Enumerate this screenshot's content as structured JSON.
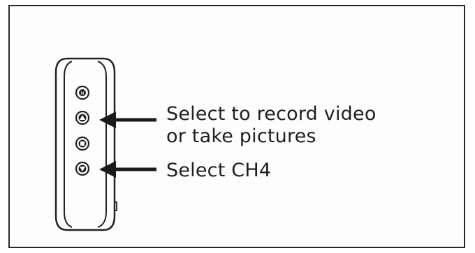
{
  "callouts": {
    "record_line1": "Select to record video",
    "record_line2": "or take pictures",
    "ch4": "Select CH4"
  },
  "icons": [
    "menu-button-icon",
    "up-arrow-button-icon",
    "record-square-button-icon",
    "down-arrow-button-icon",
    "arrow-icon"
  ],
  "colors": {
    "ink": "#1f1f1f",
    "frame": "#2a2a2a",
    "background": "#fdfdfd"
  }
}
